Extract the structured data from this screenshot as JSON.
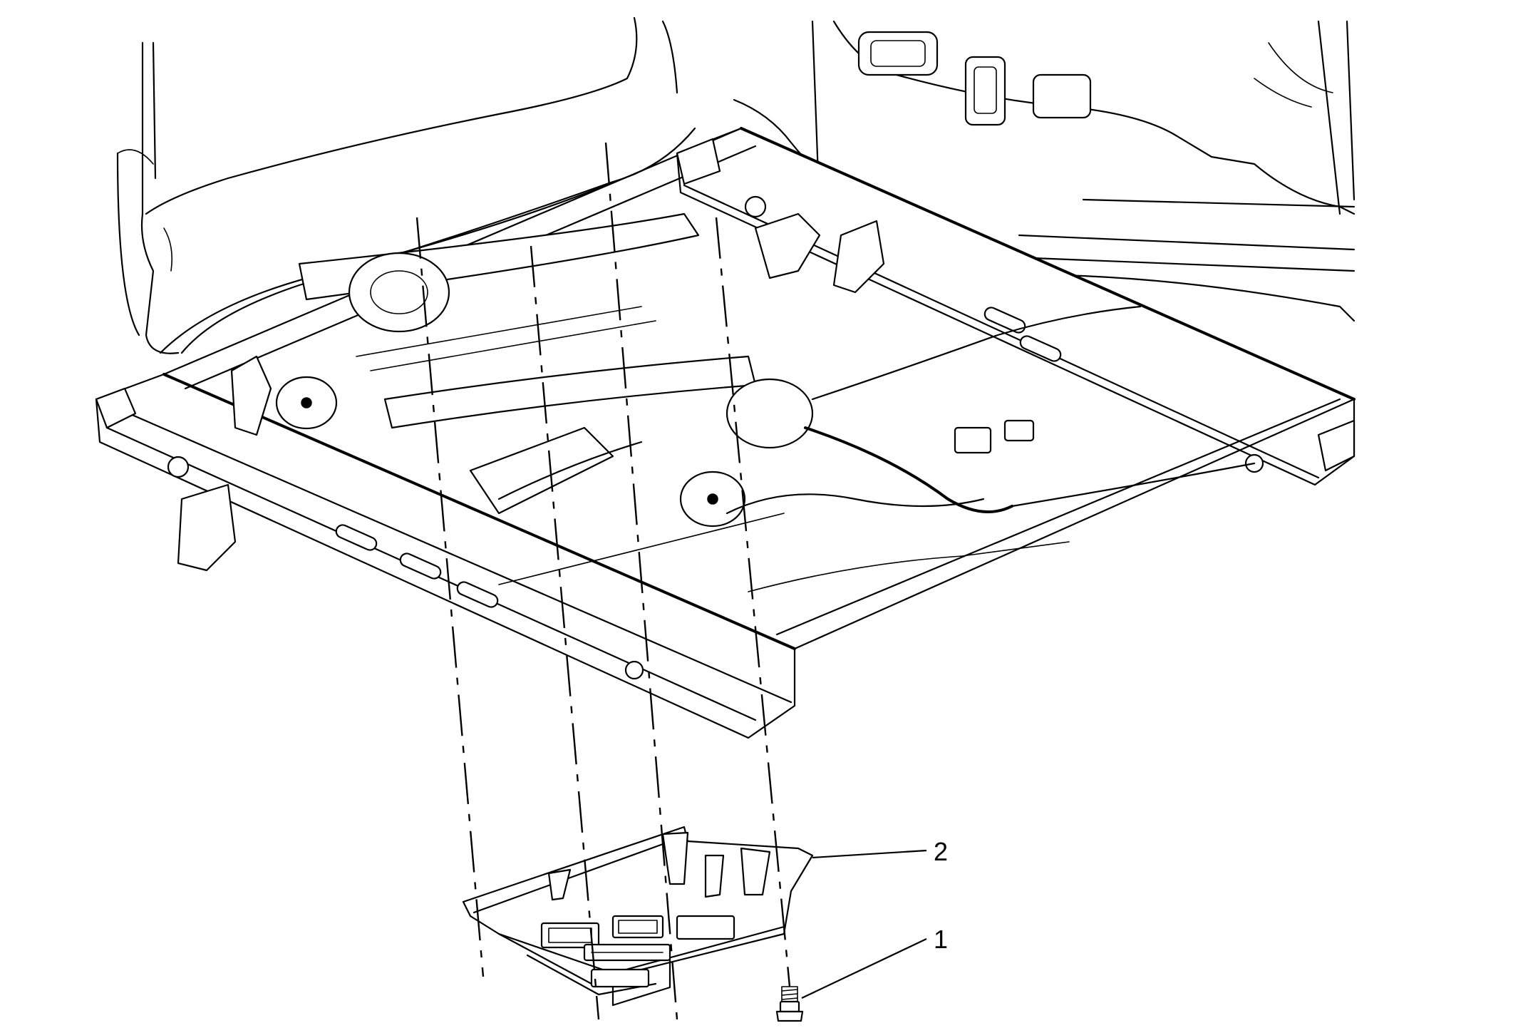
{
  "callouts": [
    {
      "label": "1",
      "part": "bolt"
    },
    {
      "label": "2",
      "part": "module"
    }
  ]
}
